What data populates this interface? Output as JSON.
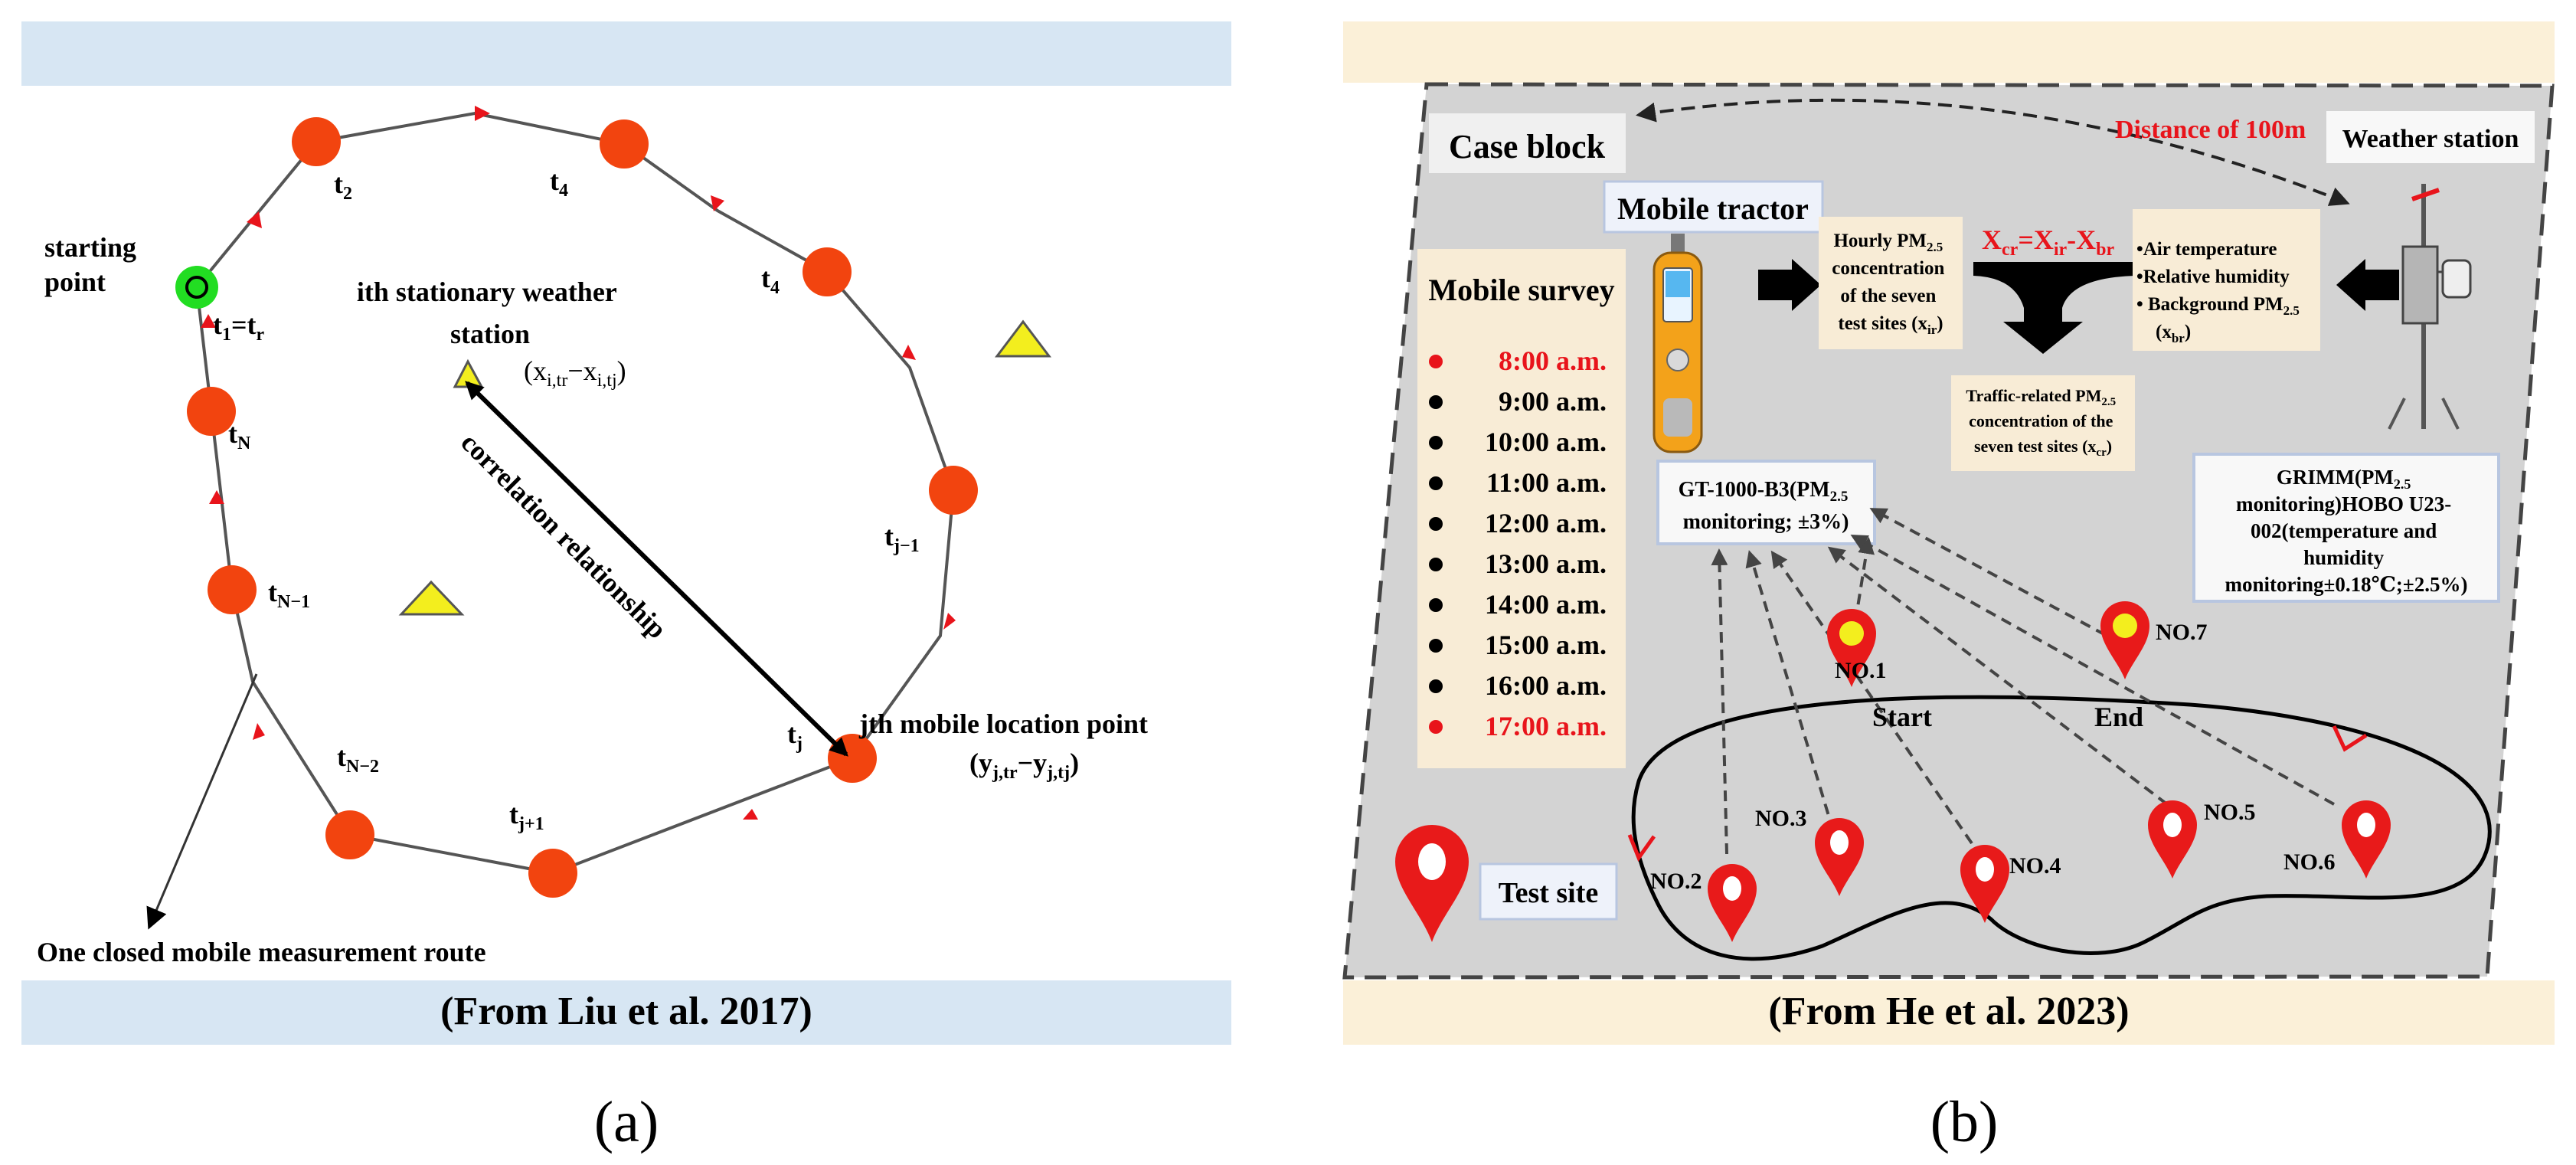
{
  "panel_a": {
    "footer": "(From Liu et al. 2017)",
    "caption": "(a)",
    "starting_point_line1": "starting",
    "starting_point_line2": "point",
    "t1": "t",
    "t1_sub": "1",
    "t1_eq": "=t",
    "t1_sub2": "r",
    "t2": "t",
    "t2_sub": "2",
    "t4a": "t",
    "t4a_sub": "4",
    "t4b": "t",
    "t4b_sub": "4",
    "tN": "t",
    "tN_sub": "N",
    "tN1": "t",
    "tN1_sub": "N−1",
    "tN2": "t",
    "tN2_sub": "N−2",
    "tj1": "t",
    "tj1_sub": "j+1",
    "tj": "t",
    "tj_sub": "j",
    "tjm1": "t",
    "tjm1_sub": "j−1",
    "station_line1": "ith stationary weather",
    "station_line2": "station",
    "station_formula": "(x",
    "station_sub1": "i,tr",
    "station_mid": "−x",
    "station_sub2": "i,tj",
    "station_end": ")",
    "correlation": "correlation relationship",
    "mobile_line1": "jth mobile location point",
    "mobile_formula": "(y",
    "mobile_sub1": "j,tr",
    "mobile_mid": "−y",
    "mobile_sub2": "j,tj",
    "mobile_end": ")",
    "route_label": "One closed mobile measurement route"
  },
  "panel_b": {
    "footer": "(From He et al. 2023)",
    "caption": "(b)",
    "case_block": "Case block",
    "distance": "Distance of 100m",
    "weather_station": "Weather station",
    "mobile_tractor": "Mobile tractor",
    "mobile_survey": "Mobile survey",
    "times": [
      {
        "label": "8:00 a.m.",
        "highlight": true
      },
      {
        "label": "9:00 a.m.",
        "highlight": false
      },
      {
        "label": "10:00 a.m.",
        "highlight": false
      },
      {
        "label": "11:00 a.m.",
        "highlight": false
      },
      {
        "label": "12:00 a.m.",
        "highlight": false
      },
      {
        "label": "13:00 a.m.",
        "highlight": false
      },
      {
        "label": "14:00 a.m.",
        "highlight": false
      },
      {
        "label": "15:00 a.m.",
        "highlight": false
      },
      {
        "label": "16:00 a.m.",
        "highlight": false
      },
      {
        "label": "17:00 a.m.",
        "highlight": true
      }
    ],
    "hourly_l1": "Hourly PM",
    "hourly_l1_sub": "2.5",
    "hourly_l2": "concentration",
    "hourly_l3": "of the seven",
    "hourly_l4": "test sites (x",
    "hourly_l4_sub": "ir",
    "hourly_l4_end": ")",
    "formula_a": "X",
    "formula_a_sub": "cr",
    "formula_b": "=X",
    "formula_b_sub": "ir",
    "formula_c": "-X",
    "formula_c_sub": "br",
    "air_l1": "•Air temperature",
    "air_l2": "•Relative humidity",
    "air_l3": "• Background PM",
    "air_l3_sub": "2.5",
    "air_l4": "(x",
    "air_l4_sub": "br",
    "air_l4_end": ")",
    "traffic_l1": "Traffic-related PM",
    "traffic_l1_sub": "2.5",
    "traffic_l2": "concentration of the",
    "traffic_l3": "seven test sites (x",
    "traffic_l3_sub": "cr",
    "traffic_l3_end": ")",
    "gt_l1": "GT-1000-B3(PM",
    "gt_l1_sub": "2.5",
    "gt_l2": "monitoring; ±3%)",
    "grimm_l1": "GRIMM(PM",
    "grimm_l1_sub": "2.5",
    "grimm_l2": "monitoring)HOBO U23-",
    "grimm_l3": "002(temperature and",
    "grimm_l4": "humidity",
    "grimm_l5": "monitoring±0.18℃;±2.5%)",
    "sites": [
      "NO.1",
      "NO.2",
      "NO.3",
      "NO.4",
      "NO.5",
      "NO.6",
      "NO.7"
    ],
    "start": "Start",
    "end": "End",
    "test_site": "Test site"
  },
  "colors": {
    "band_blue": "#d7e6f3",
    "band_beige": "#fbf0d8",
    "route_dot": "#f2440f",
    "start_green": "#22dd22",
    "triangle": "#f3ee1e",
    "red_text": "#e8141b",
    "pin_red": "#e81a1a",
    "box_fill": "#f8ecd6",
    "map_gray": "#d3d3d3"
  }
}
